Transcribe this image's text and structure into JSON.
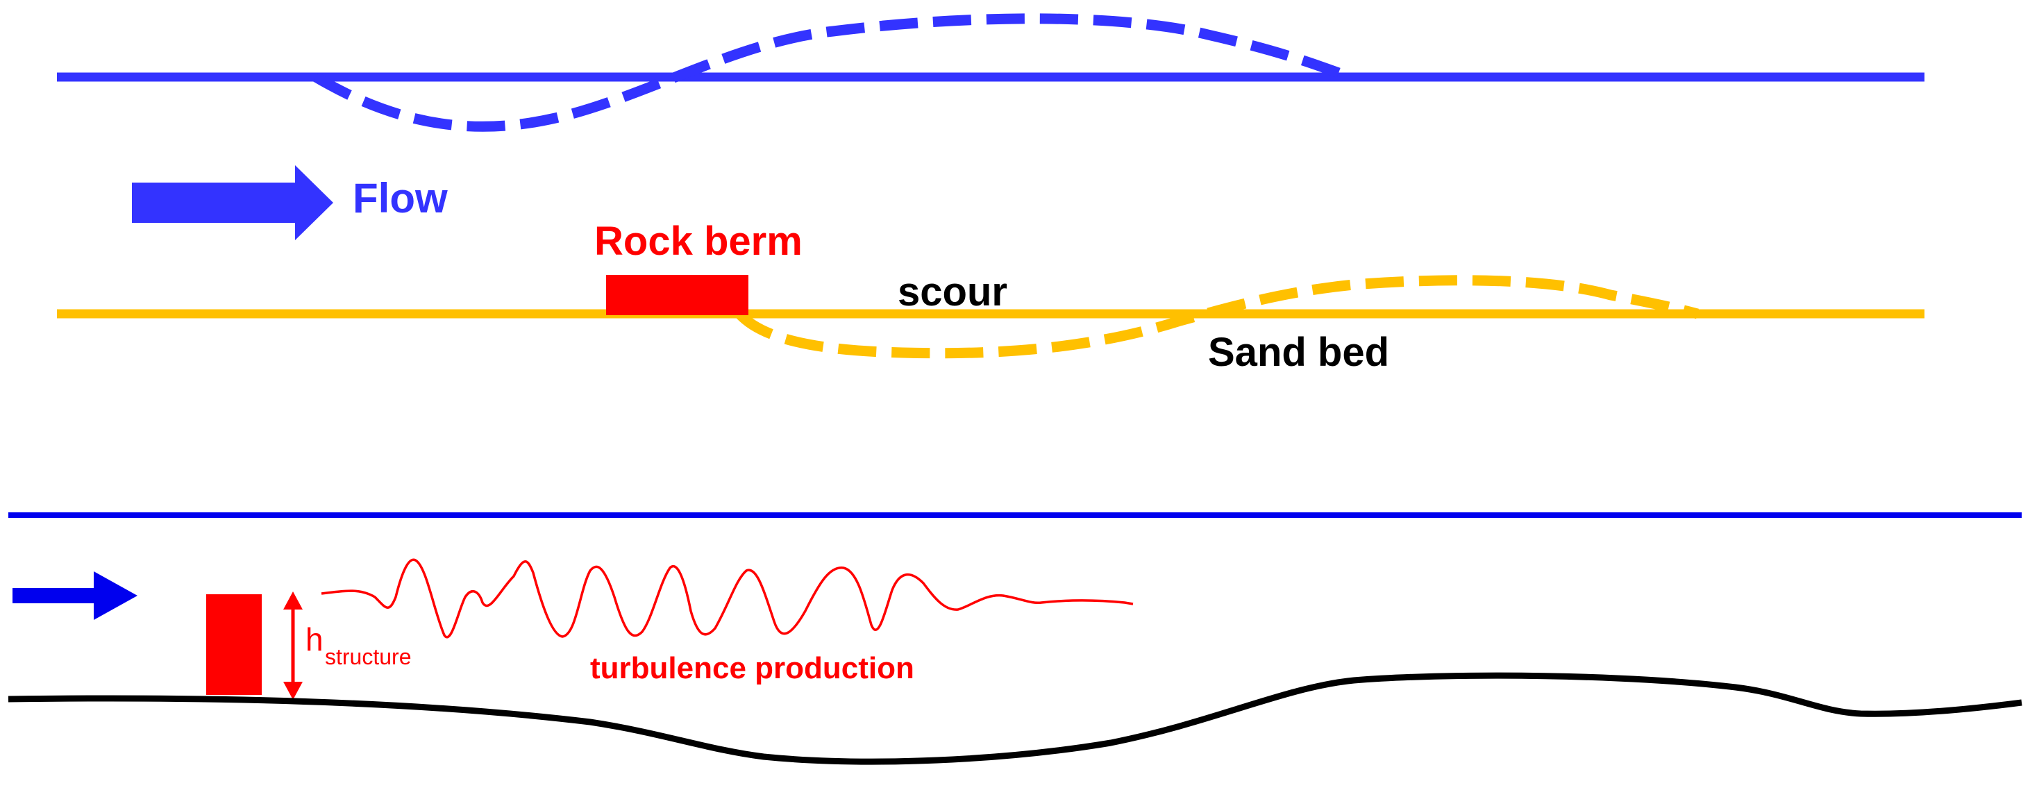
{
  "labels": {
    "flow": "Flow",
    "rock_berm": "Rock berm",
    "scour": "scour",
    "sand_bed": "Sand bed",
    "h_main": "h",
    "h_sub": "structure",
    "turbulence": "turbulence production"
  },
  "colors": {
    "water": "#3333ff",
    "water_line_lower": "#0000ee",
    "sand": "#ffc000",
    "rock": "#ff0000",
    "label_black": "#000000",
    "bed_black": "#000000"
  }
}
